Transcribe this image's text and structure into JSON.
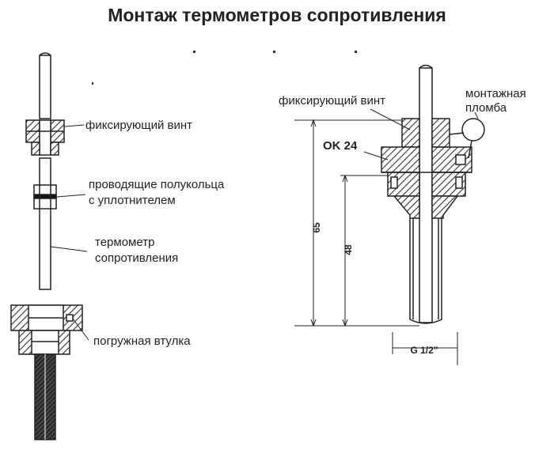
{
  "title": "Монтаж термометров сопротивления",
  "left_assembly": {
    "labels": {
      "fixing_screw": "фиксирующий винт",
      "half_rings_line1": "проводящие полукольца",
      "half_rings_line2": "с уплотнителем",
      "thermometer_line1": "термометр",
      "thermometer_line2": "сопротивления",
      "sleeve": "погружная втулка"
    }
  },
  "right_assembly": {
    "labels": {
      "fixing_screw": "фиксирующий винт",
      "seal_line1": "монтажная",
      "seal_line2": "пломба",
      "wrench_size": "OK 24"
    },
    "dimensions": {
      "overall_length": "65",
      "insertion_length": "48",
      "thread": "G 1/2\""
    }
  },
  "colors": {
    "ink": "#222222",
    "hatch": "#333333",
    "background": "#ffffff"
  }
}
